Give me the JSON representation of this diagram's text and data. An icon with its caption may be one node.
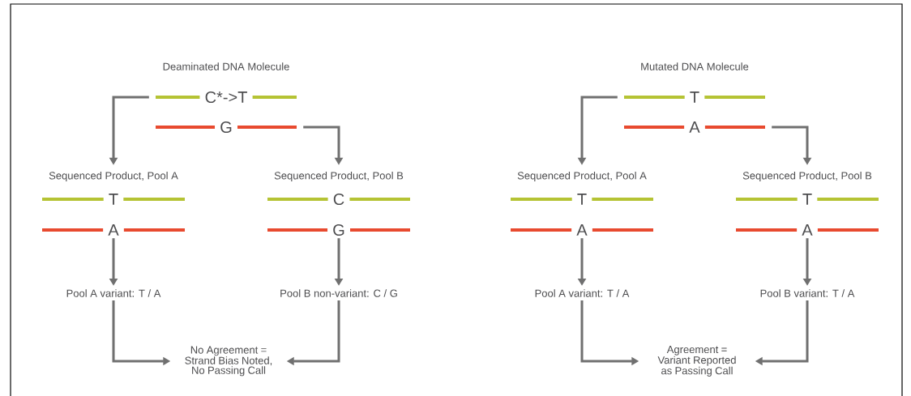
{
  "diagram": {
    "nodes": [
      {
        "text": [
          "Deaminated DNA Molecule",
          "C*->T",
          "G"
        ]
      },
      {
        "text": [
          "Sequenced Product, Pool A",
          "T",
          "A"
        ]
      },
      {
        "text": [
          "Sequenced Product, Pool B",
          "C",
          "G"
        ]
      },
      {
        "text": [
          "Pool A variant: T / A"
        ]
      },
      {
        "text": [
          "Pool B non-variant: C / G"
        ]
      },
      {
        "text": [
          "No Agreement = Strand Bias Noted, No Passing Call"
        ]
      },
      {
        "text": [
          "Mutated DNA Molecule",
          "T",
          "A"
        ]
      },
      {
        "text": [
          "Sequenced Product, Pool A",
          "T",
          "A"
        ]
      },
      {
        "text": [
          "Sequenced Product, Pool B",
          "T",
          "A"
        ]
      },
      {
        "text": [
          "Pool A variant: T / A"
        ]
      },
      {
        "text": [
          "Pool B variant: T / A"
        ]
      },
      {
        "text": [
          "Agreement = Variant Reported as Passing Call"
        ]
      }
    ],
    "edges": [
      {
        "from": 0,
        "to": 1,
        "arrow": "to"
      },
      {
        "from": 0,
        "to": 2,
        "arrow": "to"
      },
      {
        "from": 1,
        "to": 3,
        "arrow": "to"
      },
      {
        "from": 2,
        "to": 4,
        "arrow": "to"
      },
      {
        "from": 3,
        "to": 5,
        "arrow": "to"
      },
      {
        "from": 4,
        "to": 5,
        "arrow": "to"
      },
      {
        "from": 6,
        "to": 7,
        "arrow": "to"
      },
      {
        "from": 6,
        "to": 8,
        "arrow": "to"
      },
      {
        "from": 7,
        "to": 9,
        "arrow": "to"
      },
      {
        "from": 8,
        "to": 10,
        "arrow": "to"
      },
      {
        "from": 9,
        "to": 11,
        "arrow": "to"
      },
      {
        "from": 10,
        "to": 11,
        "arrow": "to"
      }
    ]
  }
}
